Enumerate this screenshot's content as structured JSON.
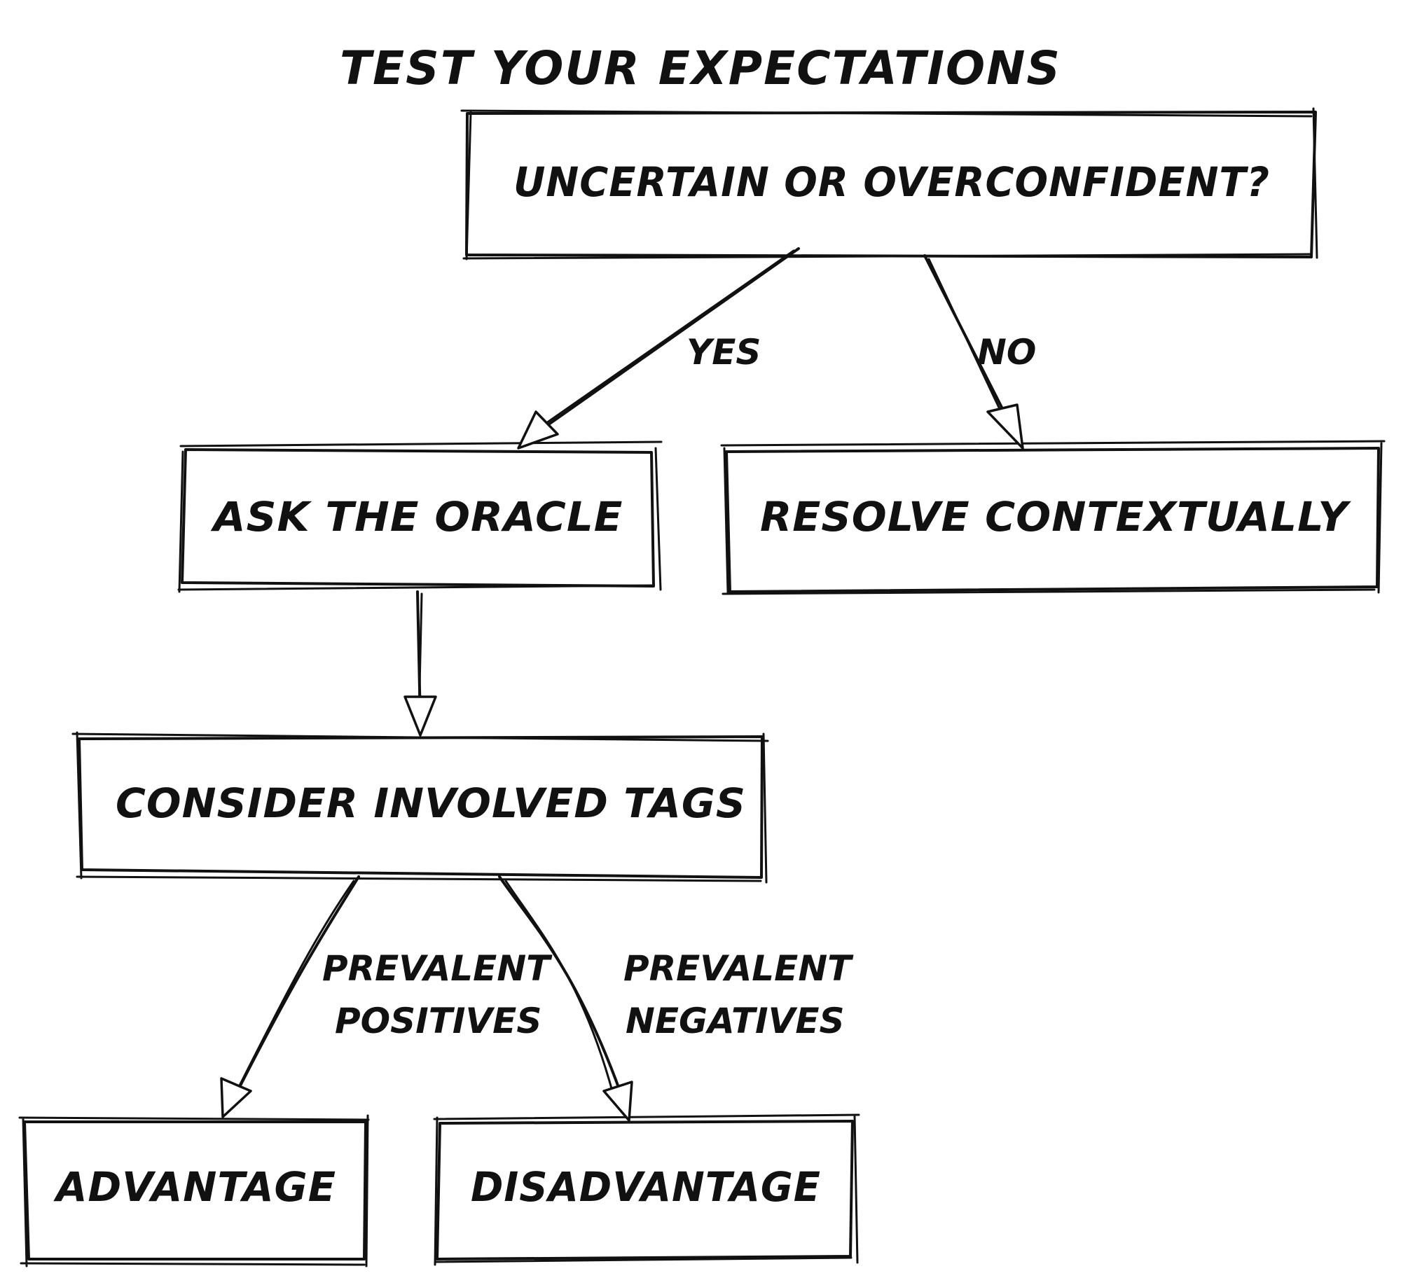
{
  "title": "TEST YOUR EXPECTATIONS",
  "nodes": {
    "uncertain": "UNCERTAIN OR OVERCONFIDENT?",
    "oracle": "ASK THE ORACLE",
    "resolve": "RESOLVE CONTEXTUALLY",
    "tags": "CONSIDER INVOLVED TAGS",
    "advantage": "ADVANTAGE",
    "disadvantage": "DISADVANTAGE"
  },
  "edges": {
    "yes": "YES",
    "no": "NO",
    "positives_line1": "PREVALENT",
    "positives_line2": "POSITIVES",
    "negatives_line1": "PREVALENT",
    "negatives_line2": "NEGATIVES"
  },
  "colors": {
    "ink": "#111111",
    "background": "#ffffff"
  }
}
